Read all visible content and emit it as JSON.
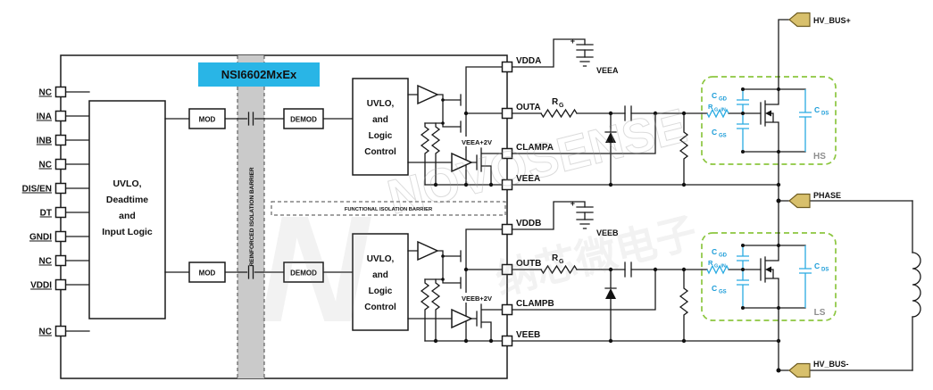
{
  "chip": {
    "title": "NSI6602MxEx",
    "input_block_lines": [
      "UVLO,",
      "Deadtime",
      "and",
      "Input Logic"
    ],
    "mod": "MOD",
    "demod": "DEMOD",
    "logic_block_lines": [
      "UVLO,",
      "and",
      "Logic",
      "Control"
    ],
    "reinforced_barrier": "REINFORCED ISOLATION BARRIER",
    "functional_barrier": "FUNCTIONAL ISOLATION BARRIER",
    "clamp_ref_a": "VEEA+2V",
    "clamp_ref_b": "VEEB+2V"
  },
  "pins": {
    "left": [
      "NC",
      "INA",
      "INB",
      "NC",
      "DIS/EN",
      "DT",
      "GNDI",
      "NC",
      "VDDI",
      "NC"
    ],
    "right_a": [
      "VDDA",
      "OUTA",
      "CLAMPA",
      "VEEA"
    ],
    "right_b": [
      "VDDB",
      "OUTB",
      "CLAMPB",
      "VEEB"
    ]
  },
  "external": {
    "supply_a": {
      "plus": "+",
      "ref": "VEEA"
    },
    "supply_b": {
      "plus": "+",
      "ref": "VEEB"
    },
    "rg": {
      "main": "R",
      "sub": "G"
    },
    "connectors": {
      "hv_bus_plus": "HV_BUS+",
      "phase": "PHASE",
      "hv_bus_minus": "HV_BUS-"
    },
    "mosfet_model": {
      "cgd": {
        "main": "C",
        "sub": "GD"
      },
      "cgs": {
        "main": "C",
        "sub": "GS"
      },
      "cds": {
        "main": "C",
        "sub": "DS"
      },
      "rgin": {
        "main": "R",
        "sub": "G_IN"
      },
      "hs": "HS",
      "ls": "LS"
    }
  },
  "watermark": {
    "logo": "N",
    "line1": "NOVOSENSE",
    "line2": "纳芯微电子"
  },
  "colors": {
    "title_box_blue": "#29B5E6",
    "component_cyan": "#29ABE2",
    "mosfet_box_green": "#8CC63F",
    "connector_tan": "#D8C06C",
    "barrier_gray": "#CACACA"
  }
}
